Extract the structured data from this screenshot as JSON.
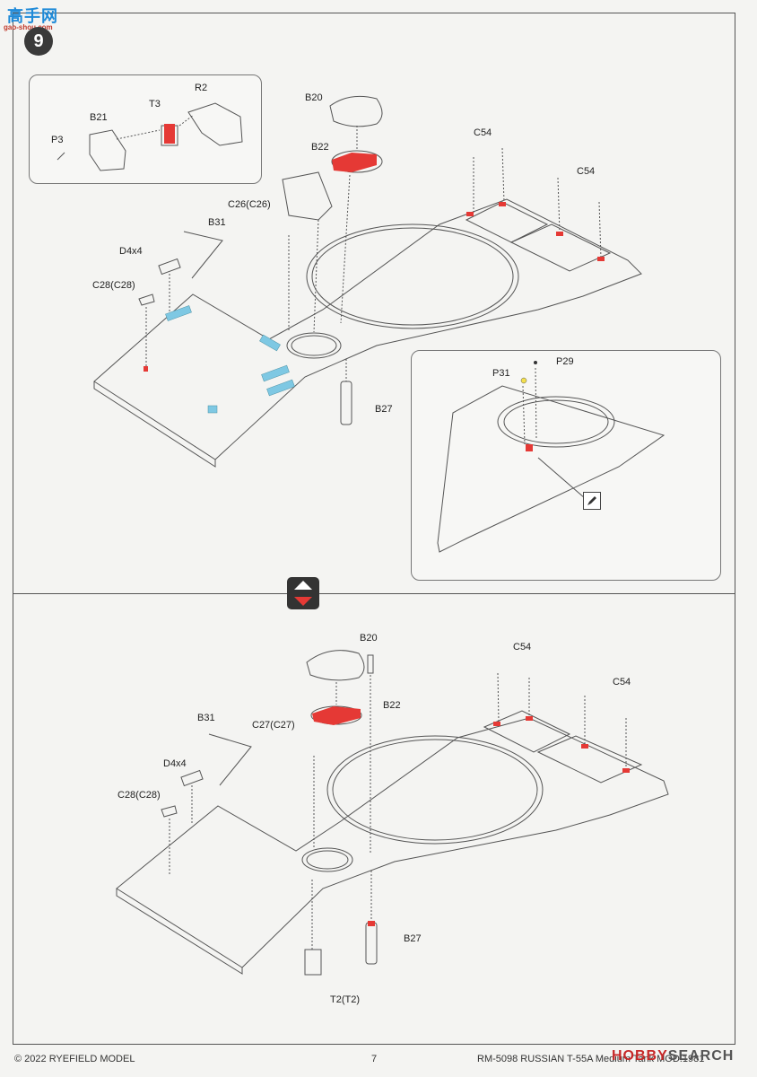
{
  "watermark": {
    "main": "高手网",
    "sub": "gao-shou.com"
  },
  "step": {
    "number": "9"
  },
  "colors": {
    "accent_red": "#e53935",
    "accent_blue": "#7ec8e3",
    "line": "#555555"
  },
  "top_assembly": {
    "inset_labels": {
      "r2": "R2",
      "t3": "T3",
      "b21": "B21",
      "p3": "P3"
    },
    "labels": {
      "b20": "B20",
      "b22": "B22",
      "c54_a": "C54",
      "c54_b": "C54",
      "c26": "C26(C26)",
      "b31": "B31",
      "d4x4": "D4x4",
      "c28": "C28(C28)",
      "b27": "B27"
    },
    "detail_labels": {
      "p29": "P29",
      "p31": "P31"
    }
  },
  "bottom_assembly": {
    "labels": {
      "b20": "B20",
      "b22": "B22",
      "c54_a": "C54",
      "c54_b": "C54",
      "c27": "C27(C27)",
      "b31": "B31",
      "d4x4": "D4x4",
      "c28": "C28(C28)",
      "b27": "B27",
      "t2": "T2(T2)"
    }
  },
  "icons": {
    "step_arrow": "up-down-arrow-icon",
    "paint": "pen-icon"
  },
  "footer": {
    "copyright": "© 2022 RYEFIELD MODEL",
    "page": "7",
    "product": "RM-5098 RUSSIAN T-55A Medium Tank MOD.1981",
    "brand_prefix": "HOBBY",
    "brand_suffix": "SEARCH"
  }
}
